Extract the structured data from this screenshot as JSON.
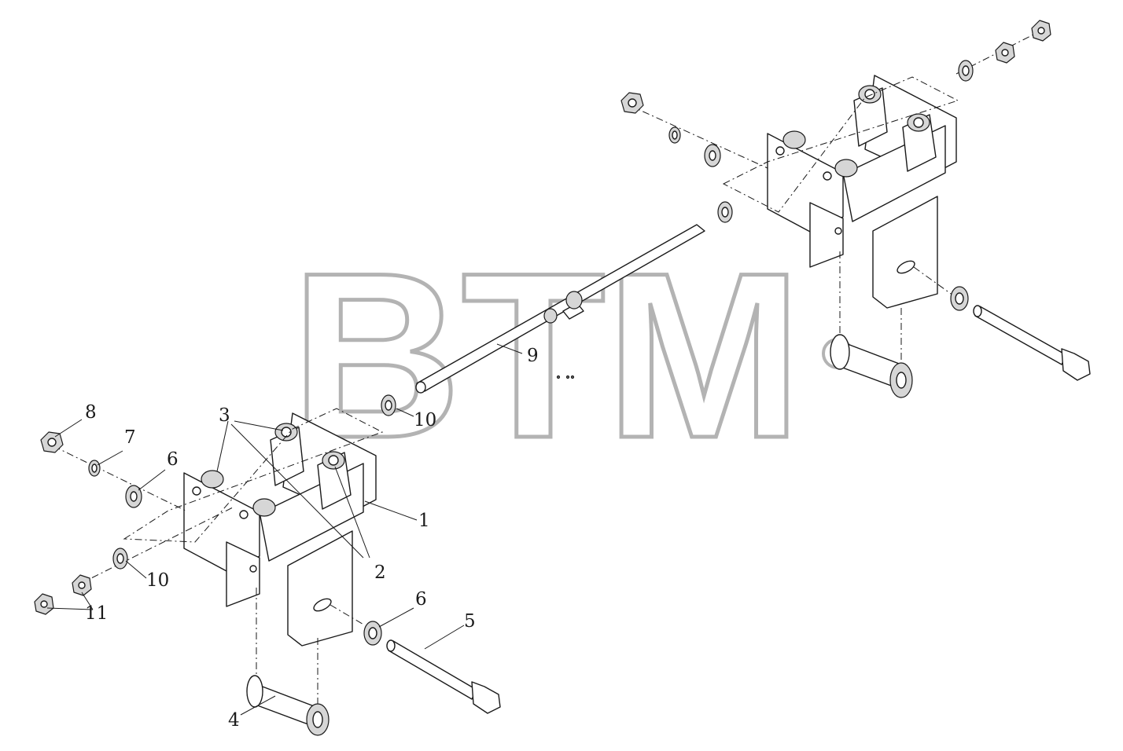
{
  "watermark": {
    "text": "BTM",
    "registered_mark": "R"
  },
  "callouts": {
    "c1": "1",
    "c2": "2",
    "c3": "3",
    "c4": "4",
    "c5": "5",
    "c6a": "6",
    "c6b": "6",
    "c7": "7",
    "c8": "8",
    "c9": "9",
    "c10a": "10",
    "c10b": "10",
    "c11": "11"
  }
}
